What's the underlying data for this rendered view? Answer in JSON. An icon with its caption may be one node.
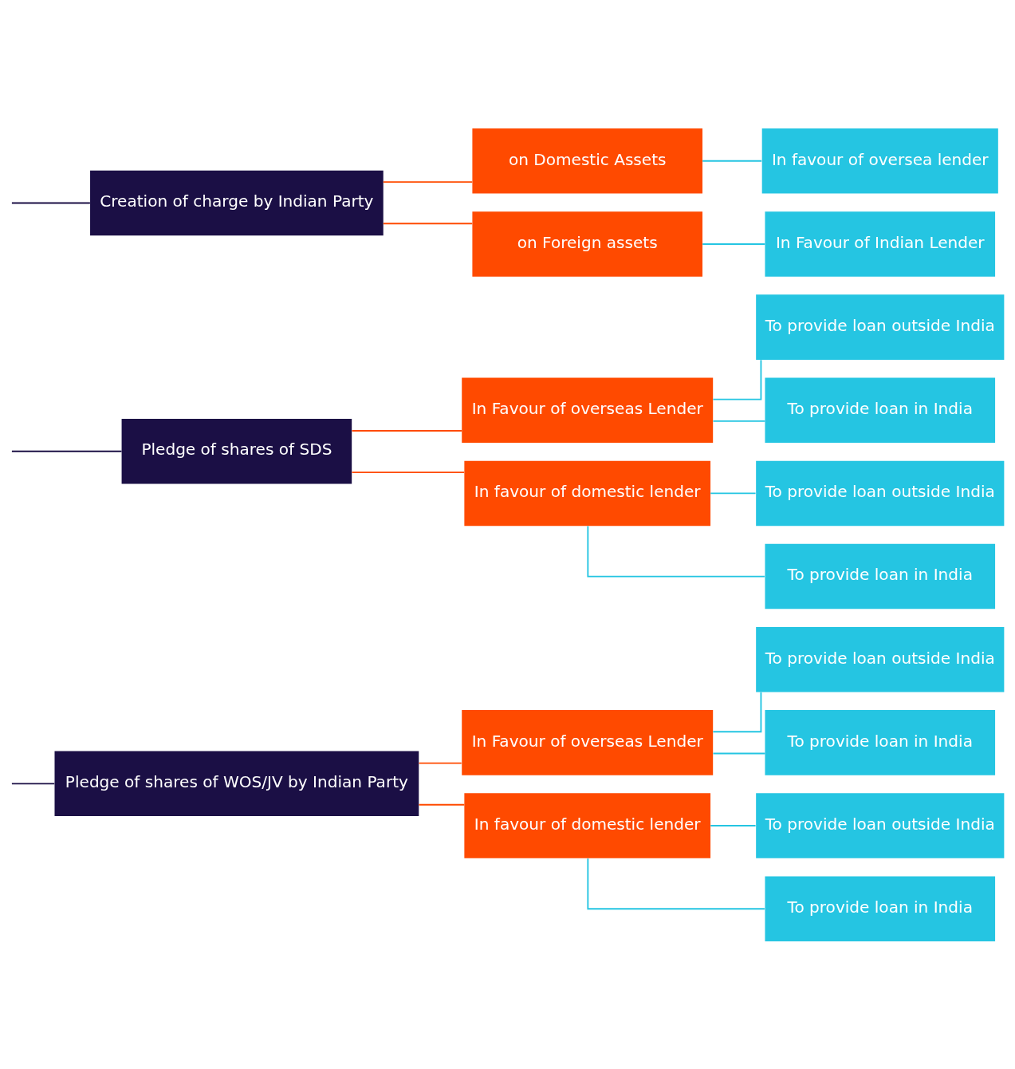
{
  "diagram": {
    "nodes": [
      {
        "text": [
          "Pledge of shares of WOS/JV by Indian Party"
        ]
      },
      {
        "text": [
          "In Favour of overseas Lender"
        ]
      },
      {
        "text": [
          "To provide loan outside India"
        ]
      },
      {
        "text": [
          "To provide loan in India"
        ]
      },
      {
        "text": [
          "In favour of domestic lender"
        ]
      },
      {
        "text": [
          "To provide loan outside India"
        ]
      },
      {
        "text": [
          "To provide loan in India"
        ]
      },
      {
        "text": [
          "Pledge of shares of SDS"
        ]
      },
      {
        "text": [
          "In Favour of overseas Lender"
        ]
      },
      {
        "text": [
          "To provide loan outside India"
        ]
      },
      {
        "text": [
          "To provide loan in India"
        ]
      },
      {
        "text": [
          "In favour of domestic lender"
        ]
      },
      {
        "text": [
          "To provide loan outside India"
        ]
      },
      {
        "text": [
          "To provide loan in India"
        ]
      },
      {
        "text": [
          "Creation of charge by Indian Party"
        ]
      },
      {
        "text": [
          "on Domestic Assets"
        ]
      },
      {
        "text": [
          "In favour of oversea lender"
        ]
      },
      {
        "text": [
          "on Foreign assets"
        ]
      },
      {
        "text": [
          "In Favour of Indian Lender"
        ]
      }
    ],
    "edges": [
      {
        "from": null,
        "to": 0,
        "arrow": "none",
        "color": "#1b0f45"
      },
      {
        "from": null,
        "to": 7,
        "arrow": "none",
        "color": "#1b0f45"
      },
      {
        "from": null,
        "to": 14,
        "arrow": "none",
        "color": "#1b0f45"
      },
      {
        "from": 0,
        "to": 1,
        "arrow": "none",
        "color": "#ff4a00"
      },
      {
        "from": 0,
        "to": 4,
        "arrow": "none",
        "color": "#ff4a00"
      },
      {
        "from": 1,
        "to": 2,
        "arrow": "none"
      },
      {
        "from": 1,
        "to": 3,
        "arrow": "none"
      },
      {
        "from": 4,
        "to": 5,
        "arrow": "none"
      },
      {
        "from": 4,
        "to": 6,
        "arrow": "none"
      },
      {
        "from": 7,
        "to": 8,
        "arrow": "none",
        "color": "#ff4a00"
      },
      {
        "from": 7,
        "to": 11,
        "arrow": "none",
        "color": "#ff4a00"
      },
      {
        "from": 8,
        "to": 9,
        "arrow": "none"
      },
      {
        "from": 8,
        "to": 10,
        "arrow": "none"
      },
      {
        "from": 11,
        "to": 12,
        "arrow": "none"
      },
      {
        "from": 11,
        "to": 13,
        "arrow": "none"
      },
      {
        "from": 14,
        "to": 15,
        "arrow": "none",
        "color": "#ff4a00"
      },
      {
        "from": 14,
        "to": 17,
        "arrow": "none",
        "color": "#ff4a00"
      },
      {
        "from": 15,
        "to": 16,
        "arrow": "none"
      },
      {
        "from": 17,
        "to": 18,
        "arrow": "none"
      }
    ]
  }
}
